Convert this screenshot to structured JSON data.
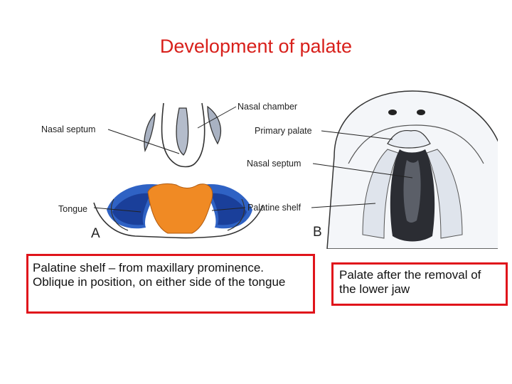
{
  "title": "Development of palate",
  "figure": {
    "panel_a_letter": "A",
    "panel_b_letter": "B",
    "labels": {
      "nasal_chamber": "Nasal chamber",
      "nasal_septum_a": "Nasal septum",
      "primary_palate": "Primary palate",
      "nasal_septum_b": "Nasal septum",
      "tongue": "Tongue",
      "palatine_shelf": "Palatine shelf"
    }
  },
  "captions": {
    "left": "Palatine shelf – from maxillary prominence. Oblique in position, on either side of the tongue",
    "right": "Palate after the removal of the lower jaw"
  }
}
